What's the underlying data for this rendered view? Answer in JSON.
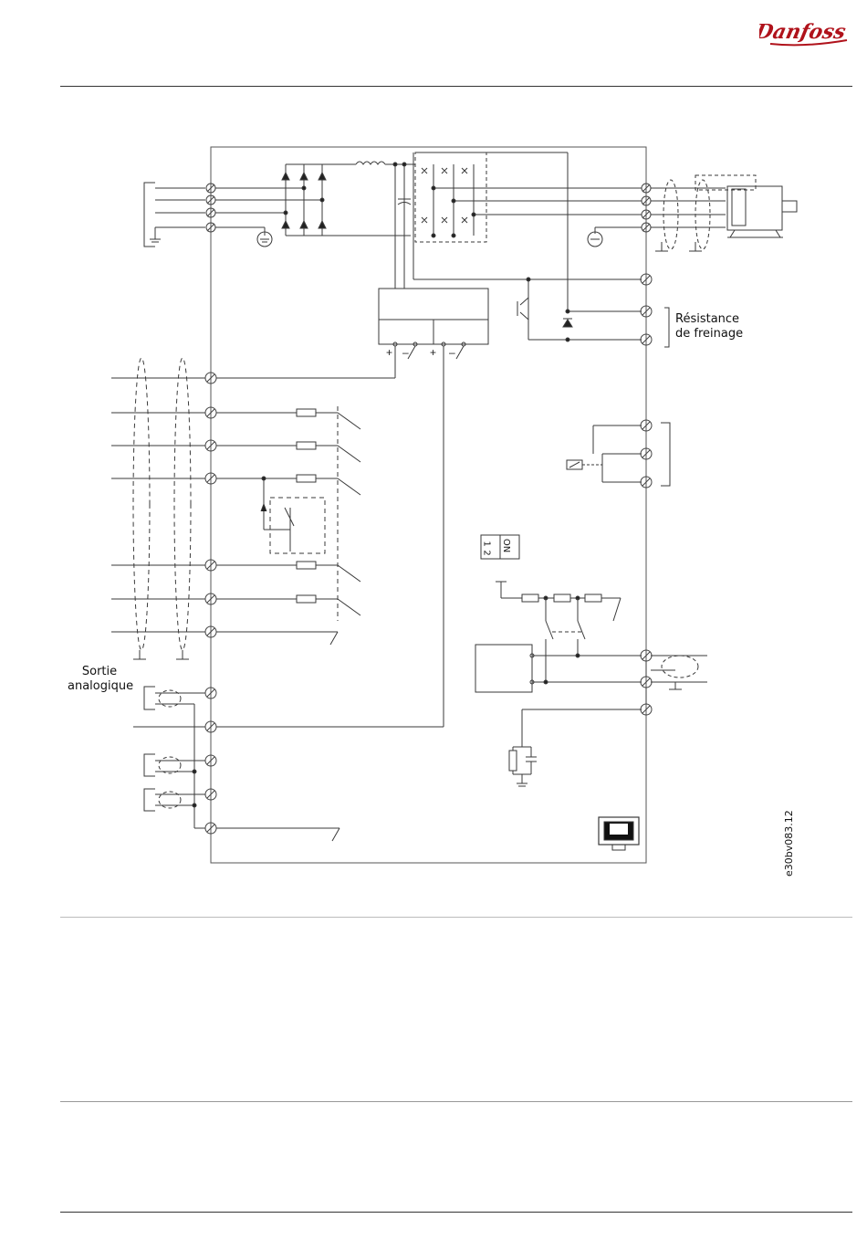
{
  "header": {
    "brand": "Danfoss"
  },
  "diagram": {
    "labels": {
      "brake_resistor_line1": "Résistance",
      "brake_resistor_line2": "de freinage",
      "analog_output_line1": "Sortie",
      "analog_output_line2": "analogique",
      "dip_switch_on": "ON",
      "dip_switch_1": "1",
      "dip_switch_2": "2",
      "drawing_code": "e30bv083.12"
    }
  }
}
